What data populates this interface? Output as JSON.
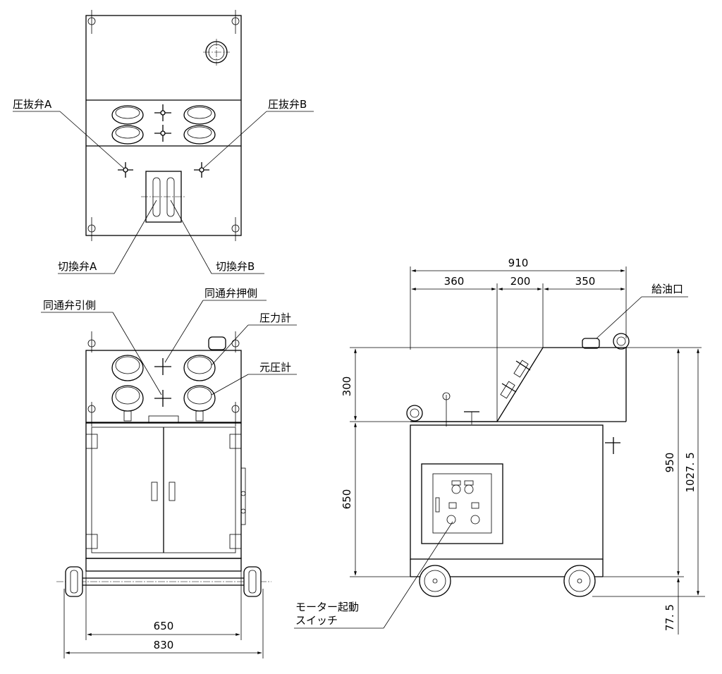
{
  "labels": {
    "relief_valve_a": "圧抜弁A",
    "relief_valve_b": "圧抜弁B",
    "switch_valve_a": "切換弁A",
    "switch_valve_b": "切換弁B",
    "bypass_pull": "同通弁引側",
    "bypass_push": "同通弁押側",
    "pressure_gauge": "圧力計",
    "source_gauge": "元圧計",
    "oil_inlet": "給油口",
    "motor_switch_1": "モーター起動",
    "motor_switch_2": "スイッチ"
  },
  "dimensions": {
    "front_inner_width": "650",
    "front_outer_width": "830",
    "side_total_width": "910",
    "side_seg1": "360",
    "side_seg2": "200",
    "side_seg3": "350",
    "side_upper_height": "300",
    "side_lower_height": "650",
    "side_body_height": "950",
    "side_total_height": "1027. 5",
    "side_wheel_offset": "77. 5"
  }
}
